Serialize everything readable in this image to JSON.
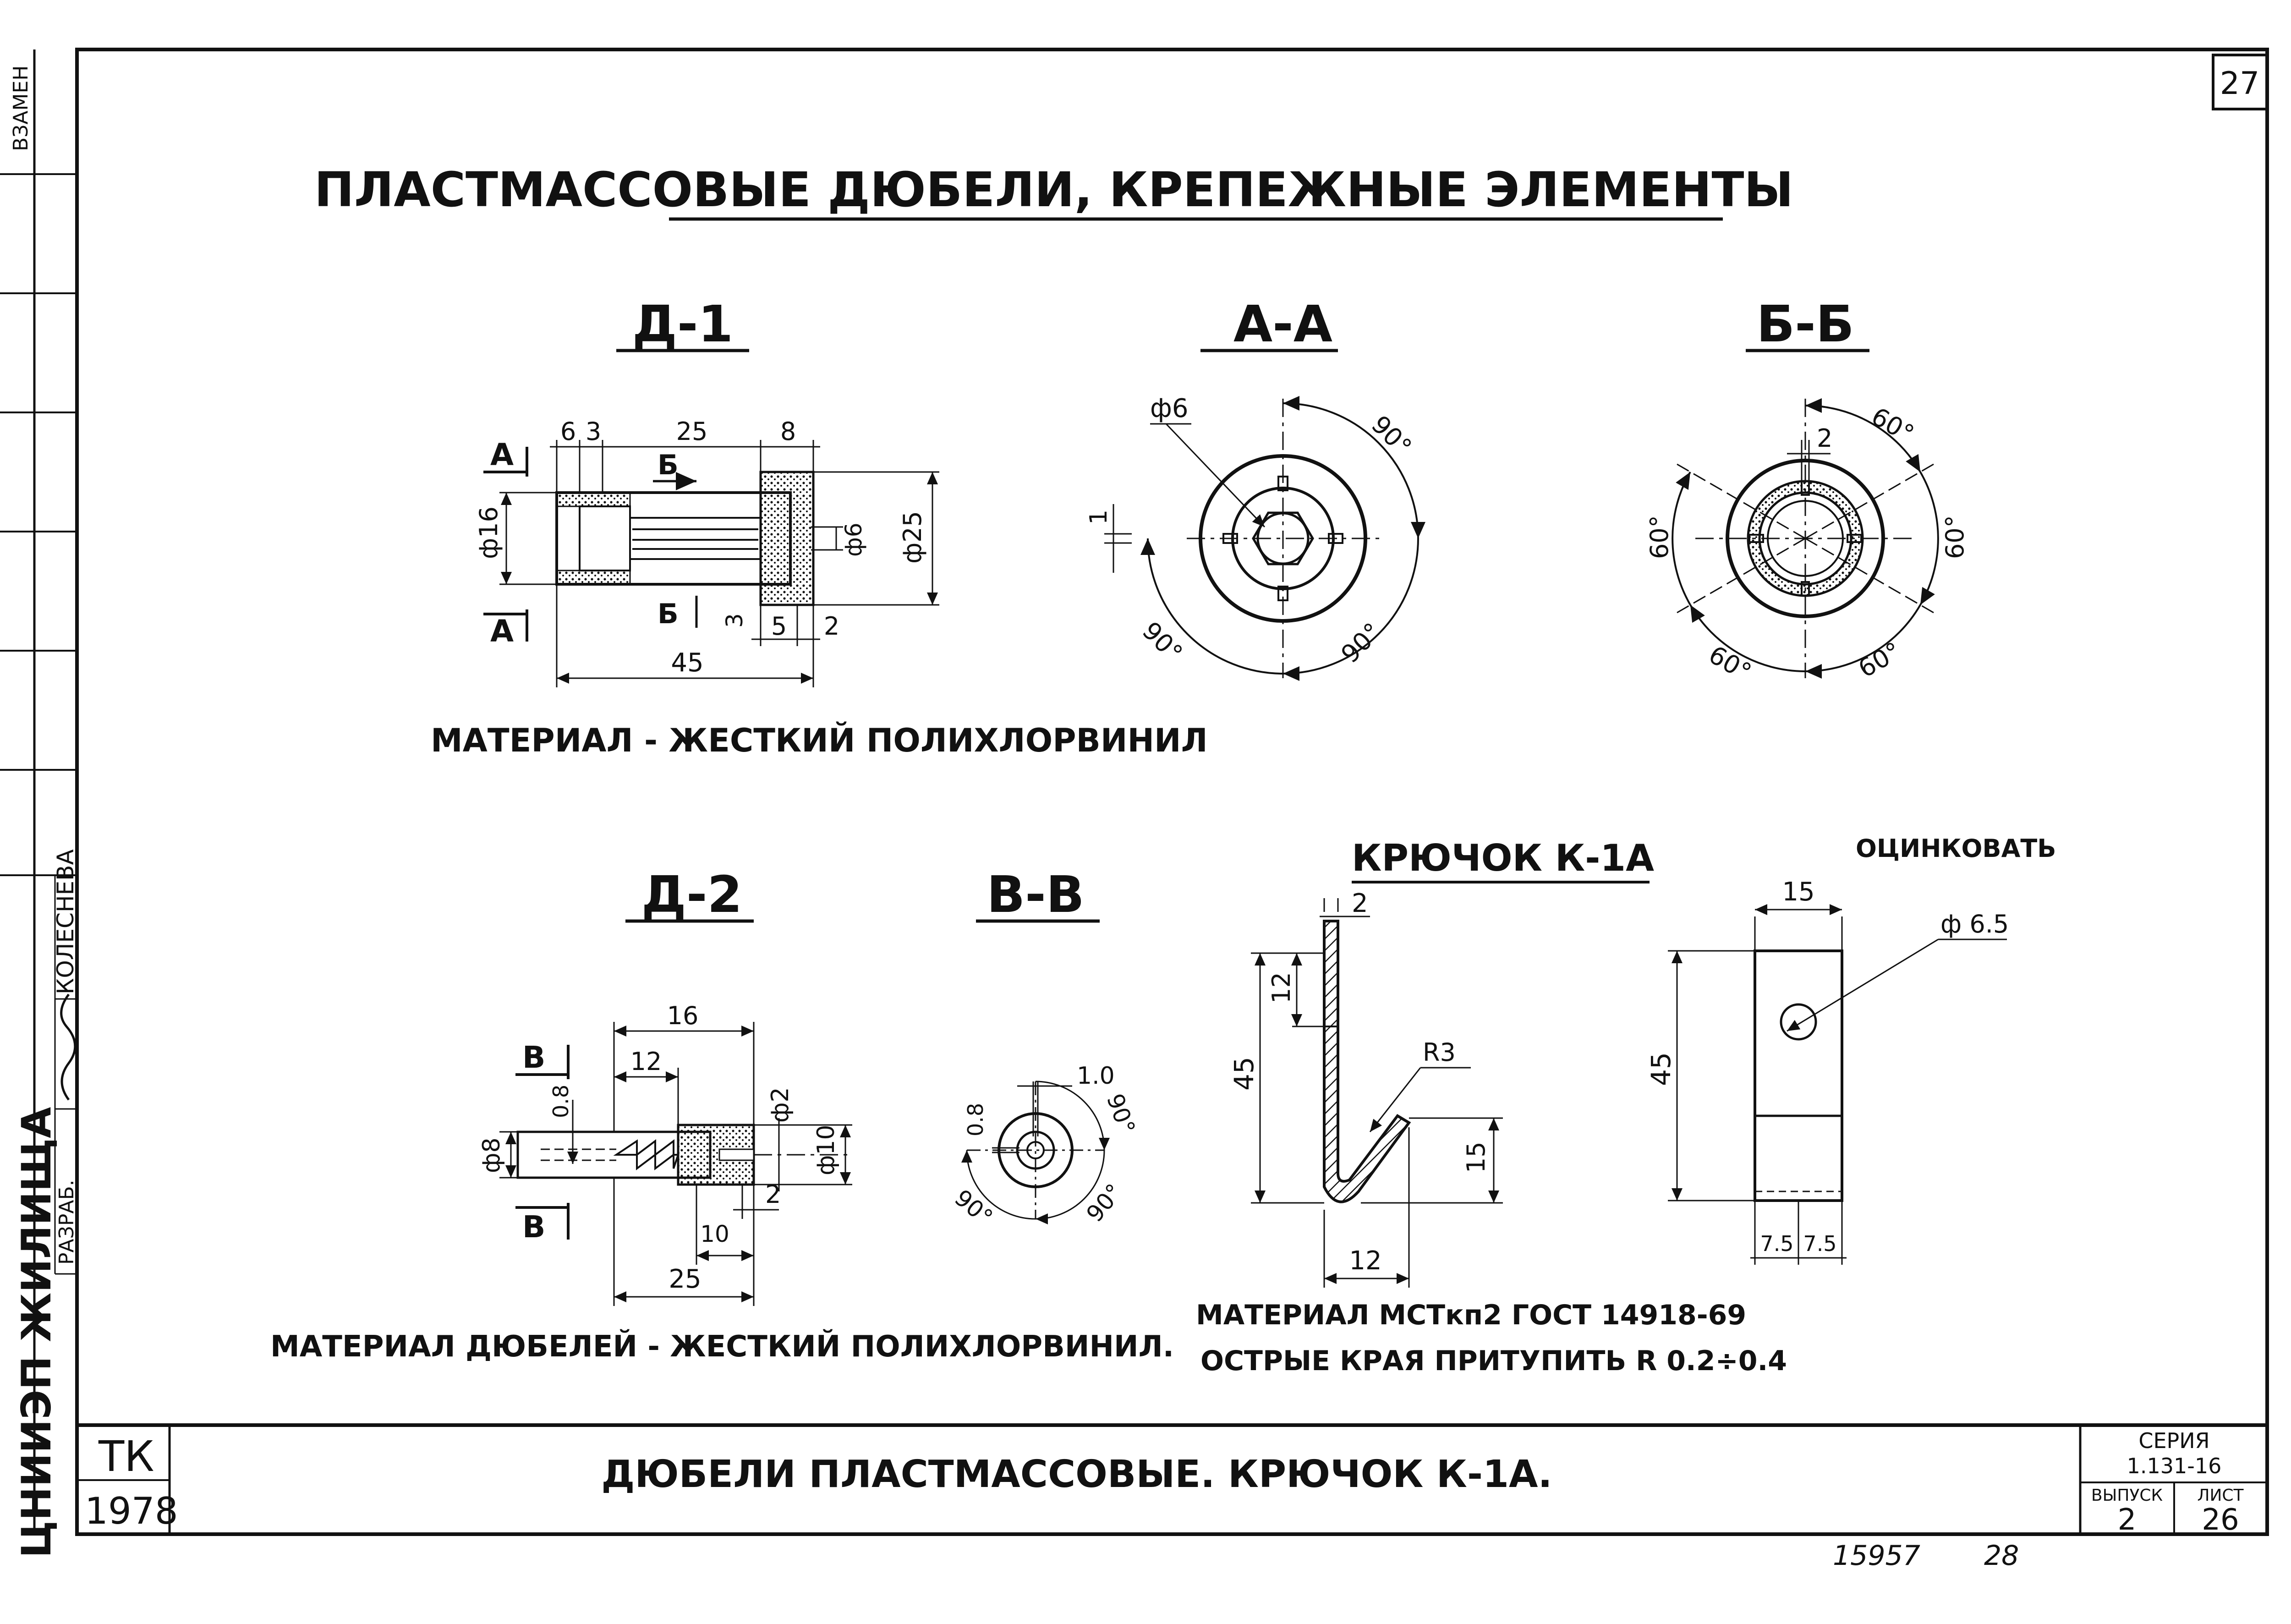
{
  "sheet_number": "27",
  "title": "ПЛАСТМАССОВЫЕ ДЮБЕЛИ, КРЕПЕЖНЫЕ ЭЛЕМЕНТЫ",
  "side_stamp": {
    "org": "ЦНИИЭП ЖИЛИЩА",
    "role": "РАЗРАБ.",
    "name": "КОЛЕСНЕВА",
    "top_text": "ВЗАМЕН"
  },
  "d1": {
    "label": "Д-1",
    "dims": [
      "6",
      "3",
      "25",
      "8",
      "ф16",
      "ф6",
      "ф25",
      "3",
      "5",
      "2",
      "45"
    ],
    "section_a": "А",
    "section_b": "Б",
    "material": "МАТЕРИАЛ - ЖЕСТКИЙ ПОЛИХЛОРВИНИЛ"
  },
  "aa": {
    "label": "А-А",
    "dims": [
      "ф6",
      "90°",
      "90°",
      "90°",
      "1"
    ]
  },
  "bb": {
    "label": "Б-Б",
    "dims": [
      "60°",
      "2",
      "60°",
      "60°",
      "60°",
      "60°"
    ]
  },
  "d2": {
    "label": "Д-2",
    "dims": [
      "16",
      "12",
      "0.8",
      "ф2",
      "ф8",
      "ф10",
      "2",
      "10",
      "25"
    ],
    "section_v": "В",
    "material": "МАТЕРИАЛ ДЮБЕЛЕЙ - ЖЕСТКИЙ ПОЛИХЛОРВИНИЛ."
  },
  "vv": {
    "label": "В-В",
    "dims": [
      "1.0",
      "0.8",
      "90°",
      "90°",
      "90°"
    ]
  },
  "hook": {
    "label": "КРЮЧОК К-1А",
    "note_top": "ОЦИНКОВАТЬ",
    "dims": [
      "2",
      "12",
      "45",
      "R3",
      "15",
      "12",
      "15",
      "ф 6.5",
      "45",
      "7.5",
      "7.5"
    ],
    "material": "МАТЕРИАЛ МСТкп2 ГОСТ 14918-69",
    "edges": "ОСТРЫЕ КРАЯ ПРИТУПИТЬ R 0.2÷0.4"
  },
  "title_block": {
    "code": "ТК",
    "year": "1978",
    "name": "ДЮБЕЛИ ПЛАСТМАССОВЫЕ. КРЮЧОК К-1А.",
    "series_label": "СЕРИЯ",
    "series": "1.131-16",
    "issue_label": "ВЫПУСК",
    "issue": "2",
    "sheet_label": "ЛИСТ",
    "sheet": "26"
  },
  "footer": {
    "inventory": "15957",
    "page": "28"
  }
}
